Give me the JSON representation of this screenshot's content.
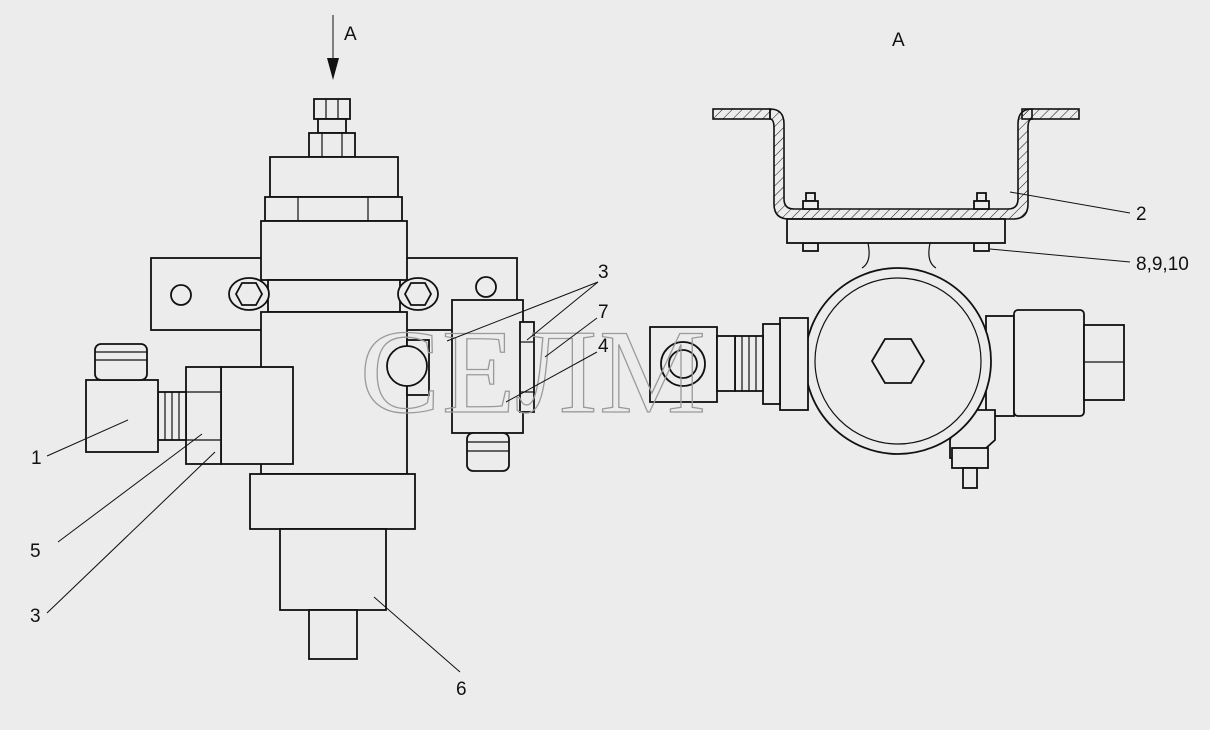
{
  "view": {
    "arrow_label": "A",
    "view_label": "A"
  },
  "labels": {
    "l1": "1",
    "l2": "2",
    "l3_top": "3",
    "l7": "7",
    "l4": "4",
    "l5": "5",
    "l3_bottom": "3",
    "l6": "6",
    "l8_9_10": "8,9,10"
  },
  "watermark": "СЕЛМ",
  "colors": {
    "background": "#ececec",
    "line": "#111111",
    "watermark": "#9a9a9a"
  }
}
